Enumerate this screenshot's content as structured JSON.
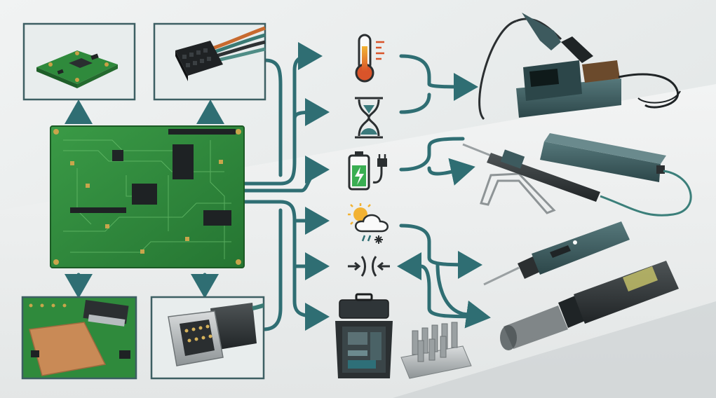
{
  "diagram": {
    "board_icon": "pcb-board-icon",
    "components": [
      {
        "id": "sensor-module",
        "icon": "sensor-module-icon"
      },
      {
        "id": "wire-connector",
        "icon": "wire-connector-icon"
      },
      {
        "id": "heatsink-board",
        "icon": "heatsink-board-icon"
      },
      {
        "id": "dsub-connector",
        "icon": "d-sub-connector-icon"
      }
    ],
    "factors": [
      {
        "id": "temperature",
        "icon": "thermometer-icon"
      },
      {
        "id": "time",
        "icon": "hourglass-icon"
      },
      {
        "id": "power",
        "icon": "battery-plug-icon"
      },
      {
        "id": "weather",
        "icon": "weather-icon"
      },
      {
        "id": "compression",
        "icon": "compression-arrows-icon"
      },
      {
        "id": "toolkit",
        "icon": "tool-case-icon"
      }
    ],
    "tools": [
      {
        "id": "soldering-station",
        "icon": "soldering-station-icon"
      },
      {
        "id": "usb-soldering-iron",
        "icon": "usb-soldering-iron-icon"
      },
      {
        "id": "cordless-soldering-pen",
        "icon": "cordless-soldering-pen-icon"
      },
      {
        "id": "screwdriver",
        "icon": "screwdriver-icon"
      }
    ],
    "colors": {
      "arrow": "#2f6e73",
      "pcb_green": "#2f8a3c",
      "frame": "#3d5f63",
      "tool_teal": "#3d5a5e"
    }
  }
}
